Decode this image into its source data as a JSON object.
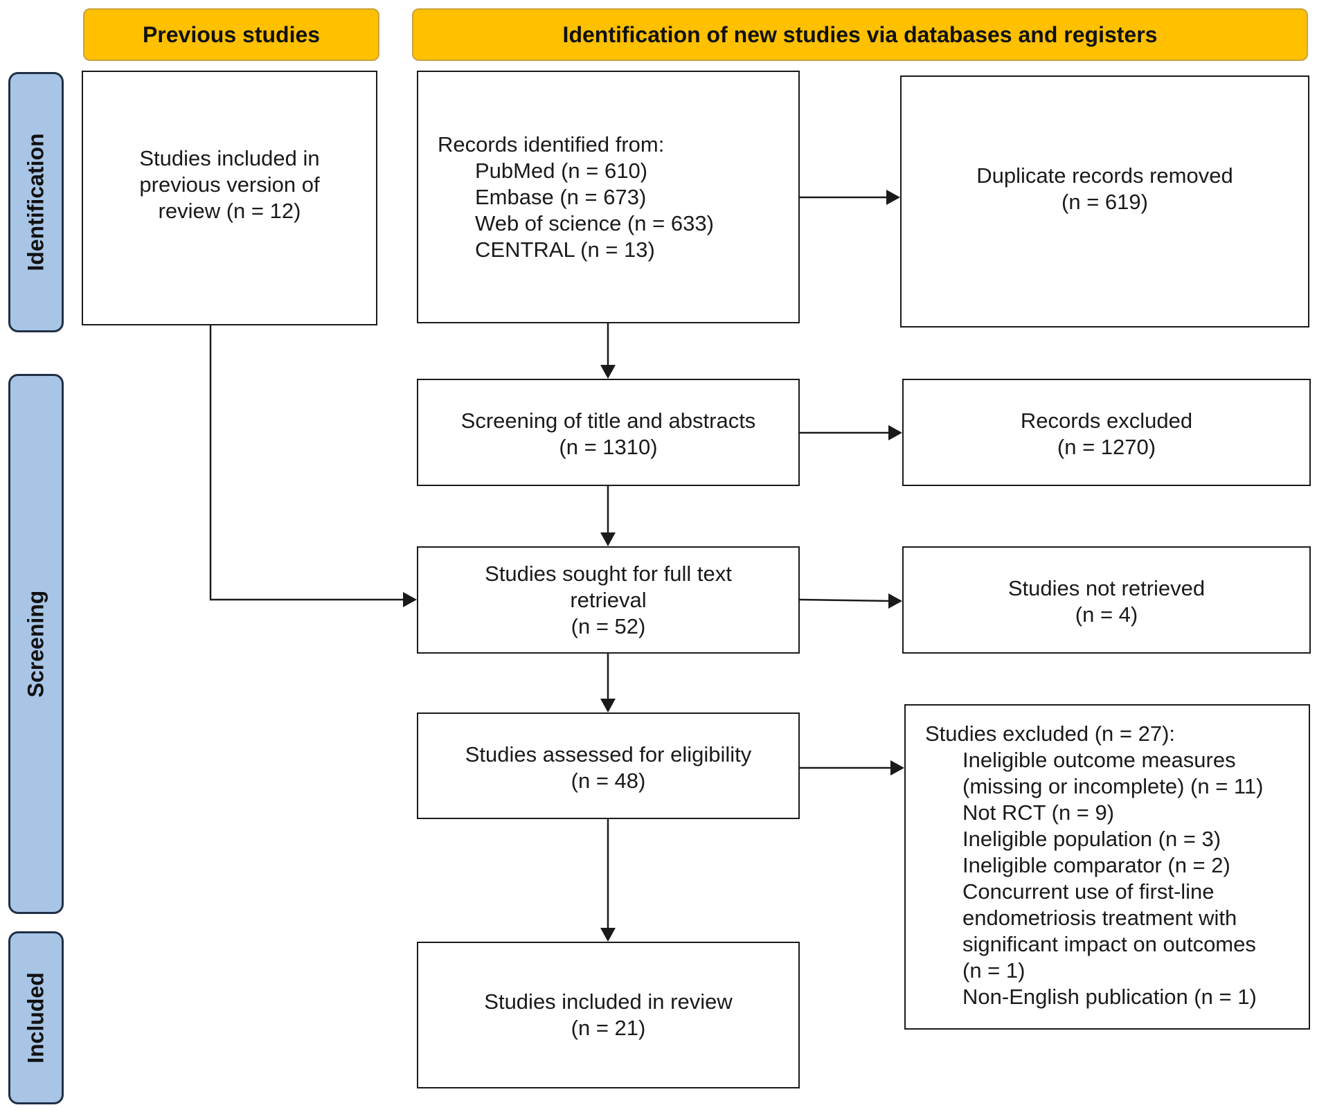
{
  "headers": {
    "previous": "Previous studies",
    "new": "Identification of new studies via databases and registers"
  },
  "phases": {
    "identification": "Identification",
    "screening": "Screening",
    "included": "Included"
  },
  "boxes": {
    "previous_studies": {
      "lines": [
        "Studies included in",
        "previous version of",
        "review (n = 12)"
      ]
    },
    "records_identified": {
      "heading": "Records identified from:",
      "sources": [
        "PubMed (n = 610)",
        "Embase (n = 673)",
        "Web of science (n = 633)",
        "CENTRAL (n = 13)"
      ]
    },
    "duplicates": {
      "lines": [
        "Duplicate records removed",
        "(n = 619)"
      ]
    },
    "screening": {
      "lines": [
        "Screening of title and abstracts",
        "(n = 1310)"
      ]
    },
    "records_excluded": {
      "lines": [
        "Records excluded",
        "(n = 1270)"
      ]
    },
    "sought": {
      "lines": [
        "Studies sought for full text",
        "retrieval",
        "(n = 52)"
      ]
    },
    "not_retrieved": {
      "lines": [
        "Studies not retrieved",
        "(n = 4)"
      ]
    },
    "assessed": {
      "lines": [
        "Studies assessed for eligibility",
        "(n = 48)"
      ]
    },
    "excluded_full": {
      "heading": "Studies excluded (n = 27):",
      "reasons": [
        "Ineligible outcome measures",
        "(missing or incomplete) (n = 11)",
        "Not RCT (n = 9)",
        "Ineligible population (n = 3)",
        "Ineligible comparator (n = 2)",
        "Concurrent use of first-line",
        "endometriosis treatment with",
        "significant impact on outcomes",
        "(n = 1)",
        "Non-English publication (n = 1)"
      ]
    },
    "included": {
      "lines": [
        "Studies included in review",
        "(n = 21)"
      ]
    }
  }
}
